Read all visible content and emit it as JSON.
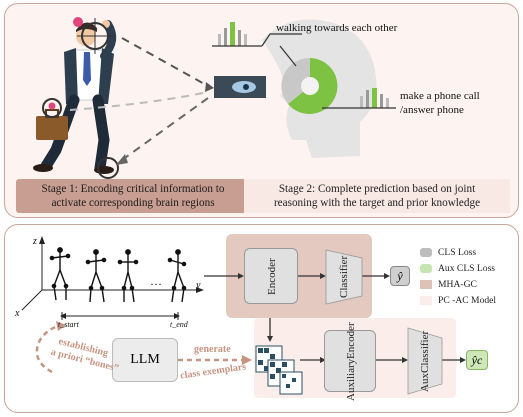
{
  "stage1": {
    "line1": "Stage 1: Encoding critical information to",
    "line2": "activate corresponding brain regions"
  },
  "stage2": {
    "line1": "Stage 2: Complete prediction based on joint",
    "line2": "reasoning with the target and prior knowledge"
  },
  "actions": {
    "walking": "walking towards each other",
    "phone1": "make a phone call",
    "phone2": "/answer phone"
  },
  "modules": {
    "encoder": "Encoder",
    "classifier": "Classifier",
    "aux_encoder_1": "Auxiliary",
    "aux_encoder_2": "Encoder",
    "aux_classifier_1": "Aux",
    "aux_classifier_2": "Classifier",
    "llm": "LLM"
  },
  "outputs": {
    "y_hat": "ŷ",
    "y_c": "ŷc"
  },
  "legend": [
    {
      "label": "CLS Loss",
      "color": "#bdbdbd"
    },
    {
      "label": "Aux CLS Loss",
      "color": "#c7e5b0"
    },
    {
      "label": "MHA-GC",
      "color": "#dec2b8"
    },
    {
      "label": "PC -AC Model",
      "color": "#fbeeea"
    }
  ],
  "axes": {
    "z": "z",
    "y": "y",
    "x": "x",
    "t_start": "t_start",
    "t_end": "t_end",
    "dots": "···"
  },
  "arrows": {
    "left1": "establishing",
    "left2": "a priori “bones”",
    "right1": "generate",
    "right2": "class exemplars"
  },
  "colors": {
    "accent_green": "#7dc242",
    "stage1_bg": "#c99e92",
    "model_bg": "#ecd8d1"
  }
}
